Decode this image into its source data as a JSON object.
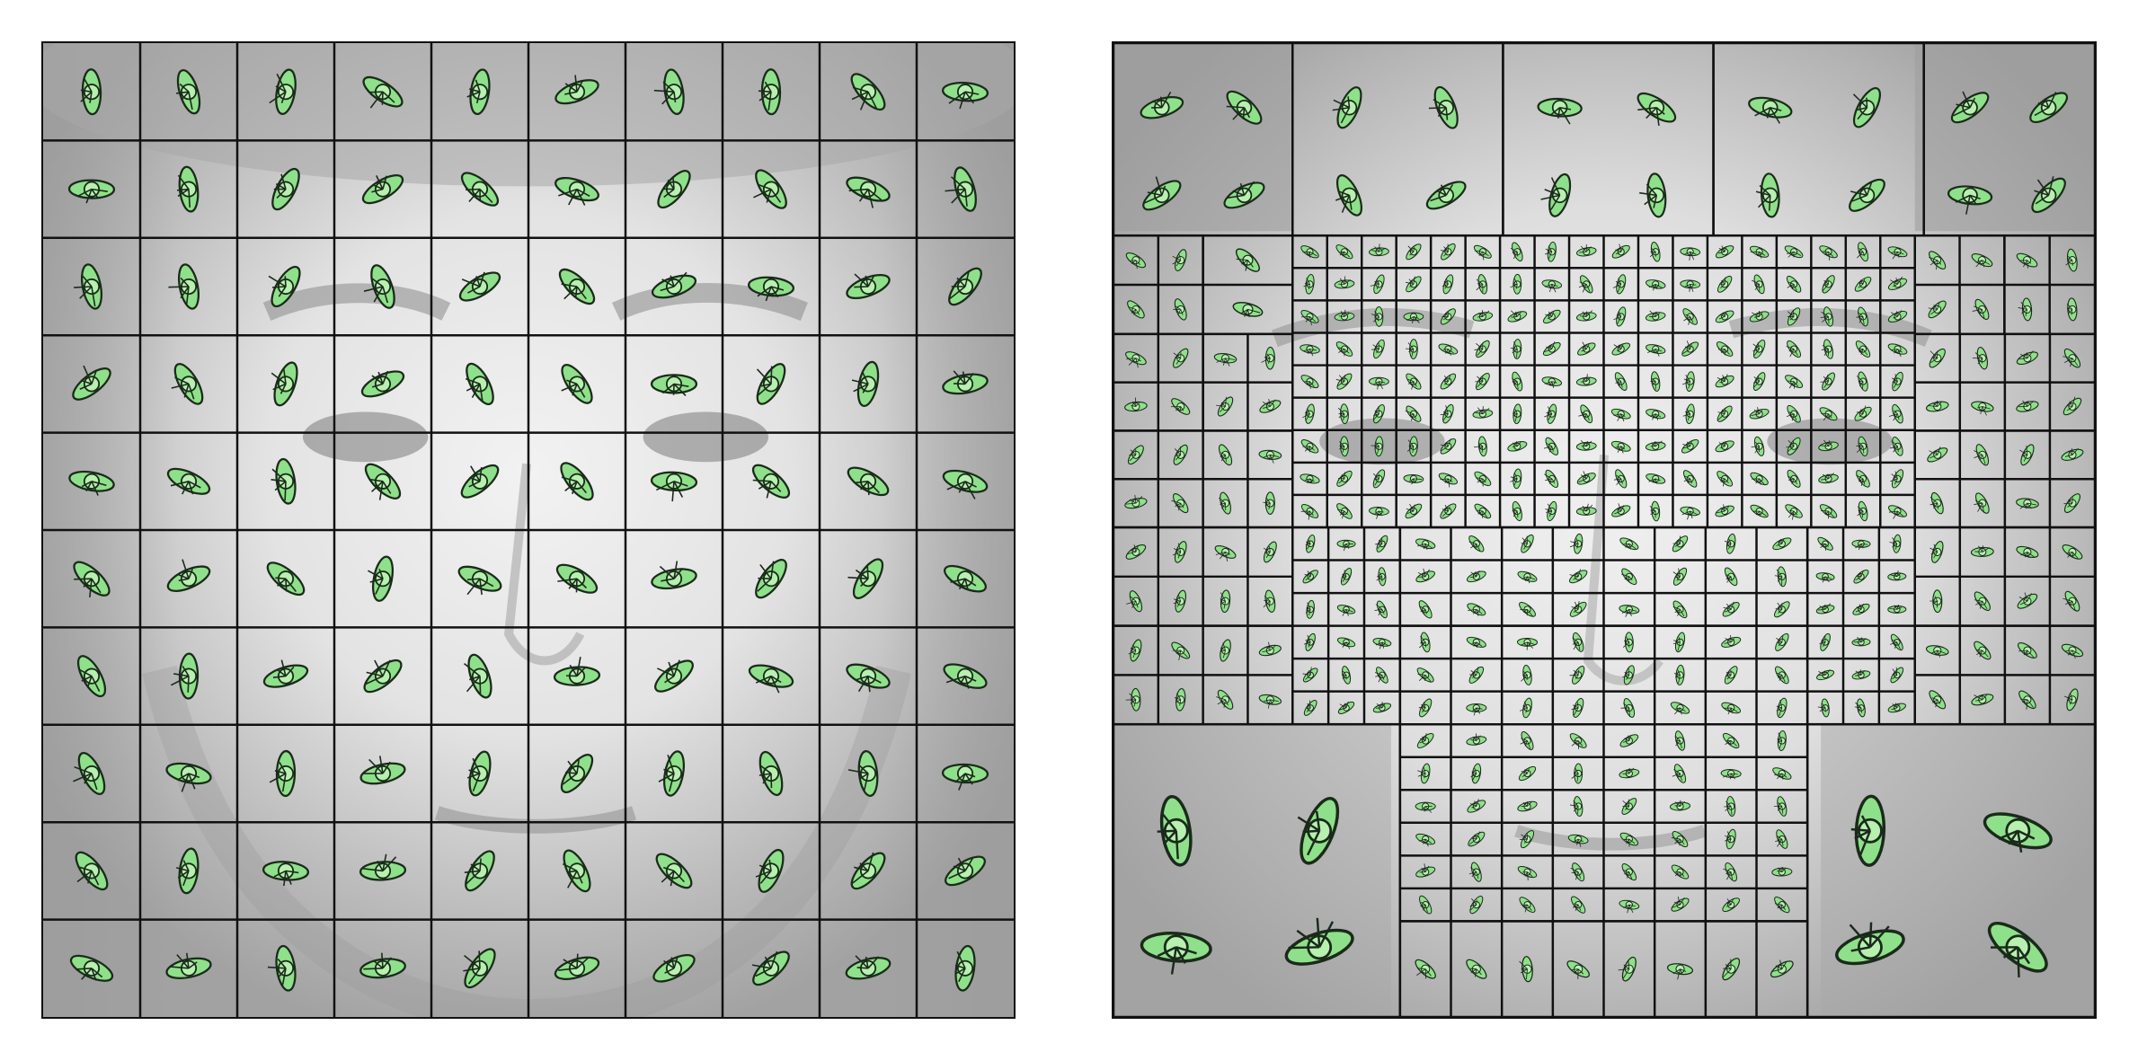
{
  "figure": {
    "panels": [
      {
        "id": "left",
        "grid": {
          "rows": 10,
          "cols": 10
        },
        "background": "grayscale-face-photo",
        "overlay": "hog-orientation-glyph-icons",
        "glyph_color": "#8fe08a",
        "glyph_outline_color": "#1a2a1a",
        "grid_line_color": "#111111"
      },
      {
        "id": "right",
        "grid": "adaptive-multiscale",
        "background": "grayscale-face-photo",
        "overlay": "hog-orientation-glyph-icons",
        "glyph_color": "#8fe08a",
        "glyph_outline_color": "#1a2a1a",
        "grid_line_color": "#111111"
      }
    ]
  }
}
